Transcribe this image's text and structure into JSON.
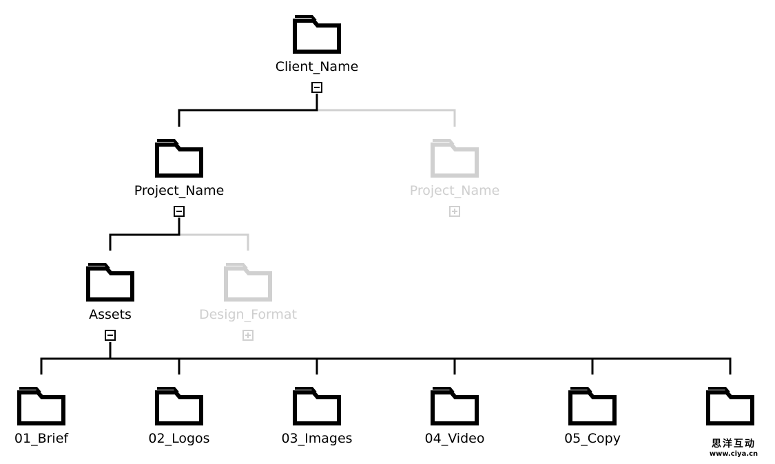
{
  "colors": {
    "active": "#000000",
    "inactive": "#d0d0d0"
  },
  "nodes": {
    "client": {
      "label": "Client_Name",
      "state": "expanded",
      "active": true
    },
    "project_active": {
      "label": "Project_Name",
      "state": "expanded",
      "active": true
    },
    "project_inactive": {
      "label": "Project_Name",
      "state": "collapsed",
      "active": false
    },
    "assets": {
      "label": "Assets",
      "state": "expanded",
      "active": true
    },
    "design_format": {
      "label": "Design_Format",
      "state": "collapsed",
      "active": false
    },
    "children": [
      {
        "label": "01_Brief"
      },
      {
        "label": "02_Logos"
      },
      {
        "label": "03_Images"
      },
      {
        "label": "04_Video"
      },
      {
        "label": "05_Copy"
      },
      {
        "label": ""
      }
    ]
  },
  "icons": {
    "folder": "folder-icon",
    "collapse": "minus-box-icon",
    "expand": "plus-box-icon"
  },
  "watermark": {
    "chinese": "思洋互动",
    "url": "www.ciya.cn"
  }
}
